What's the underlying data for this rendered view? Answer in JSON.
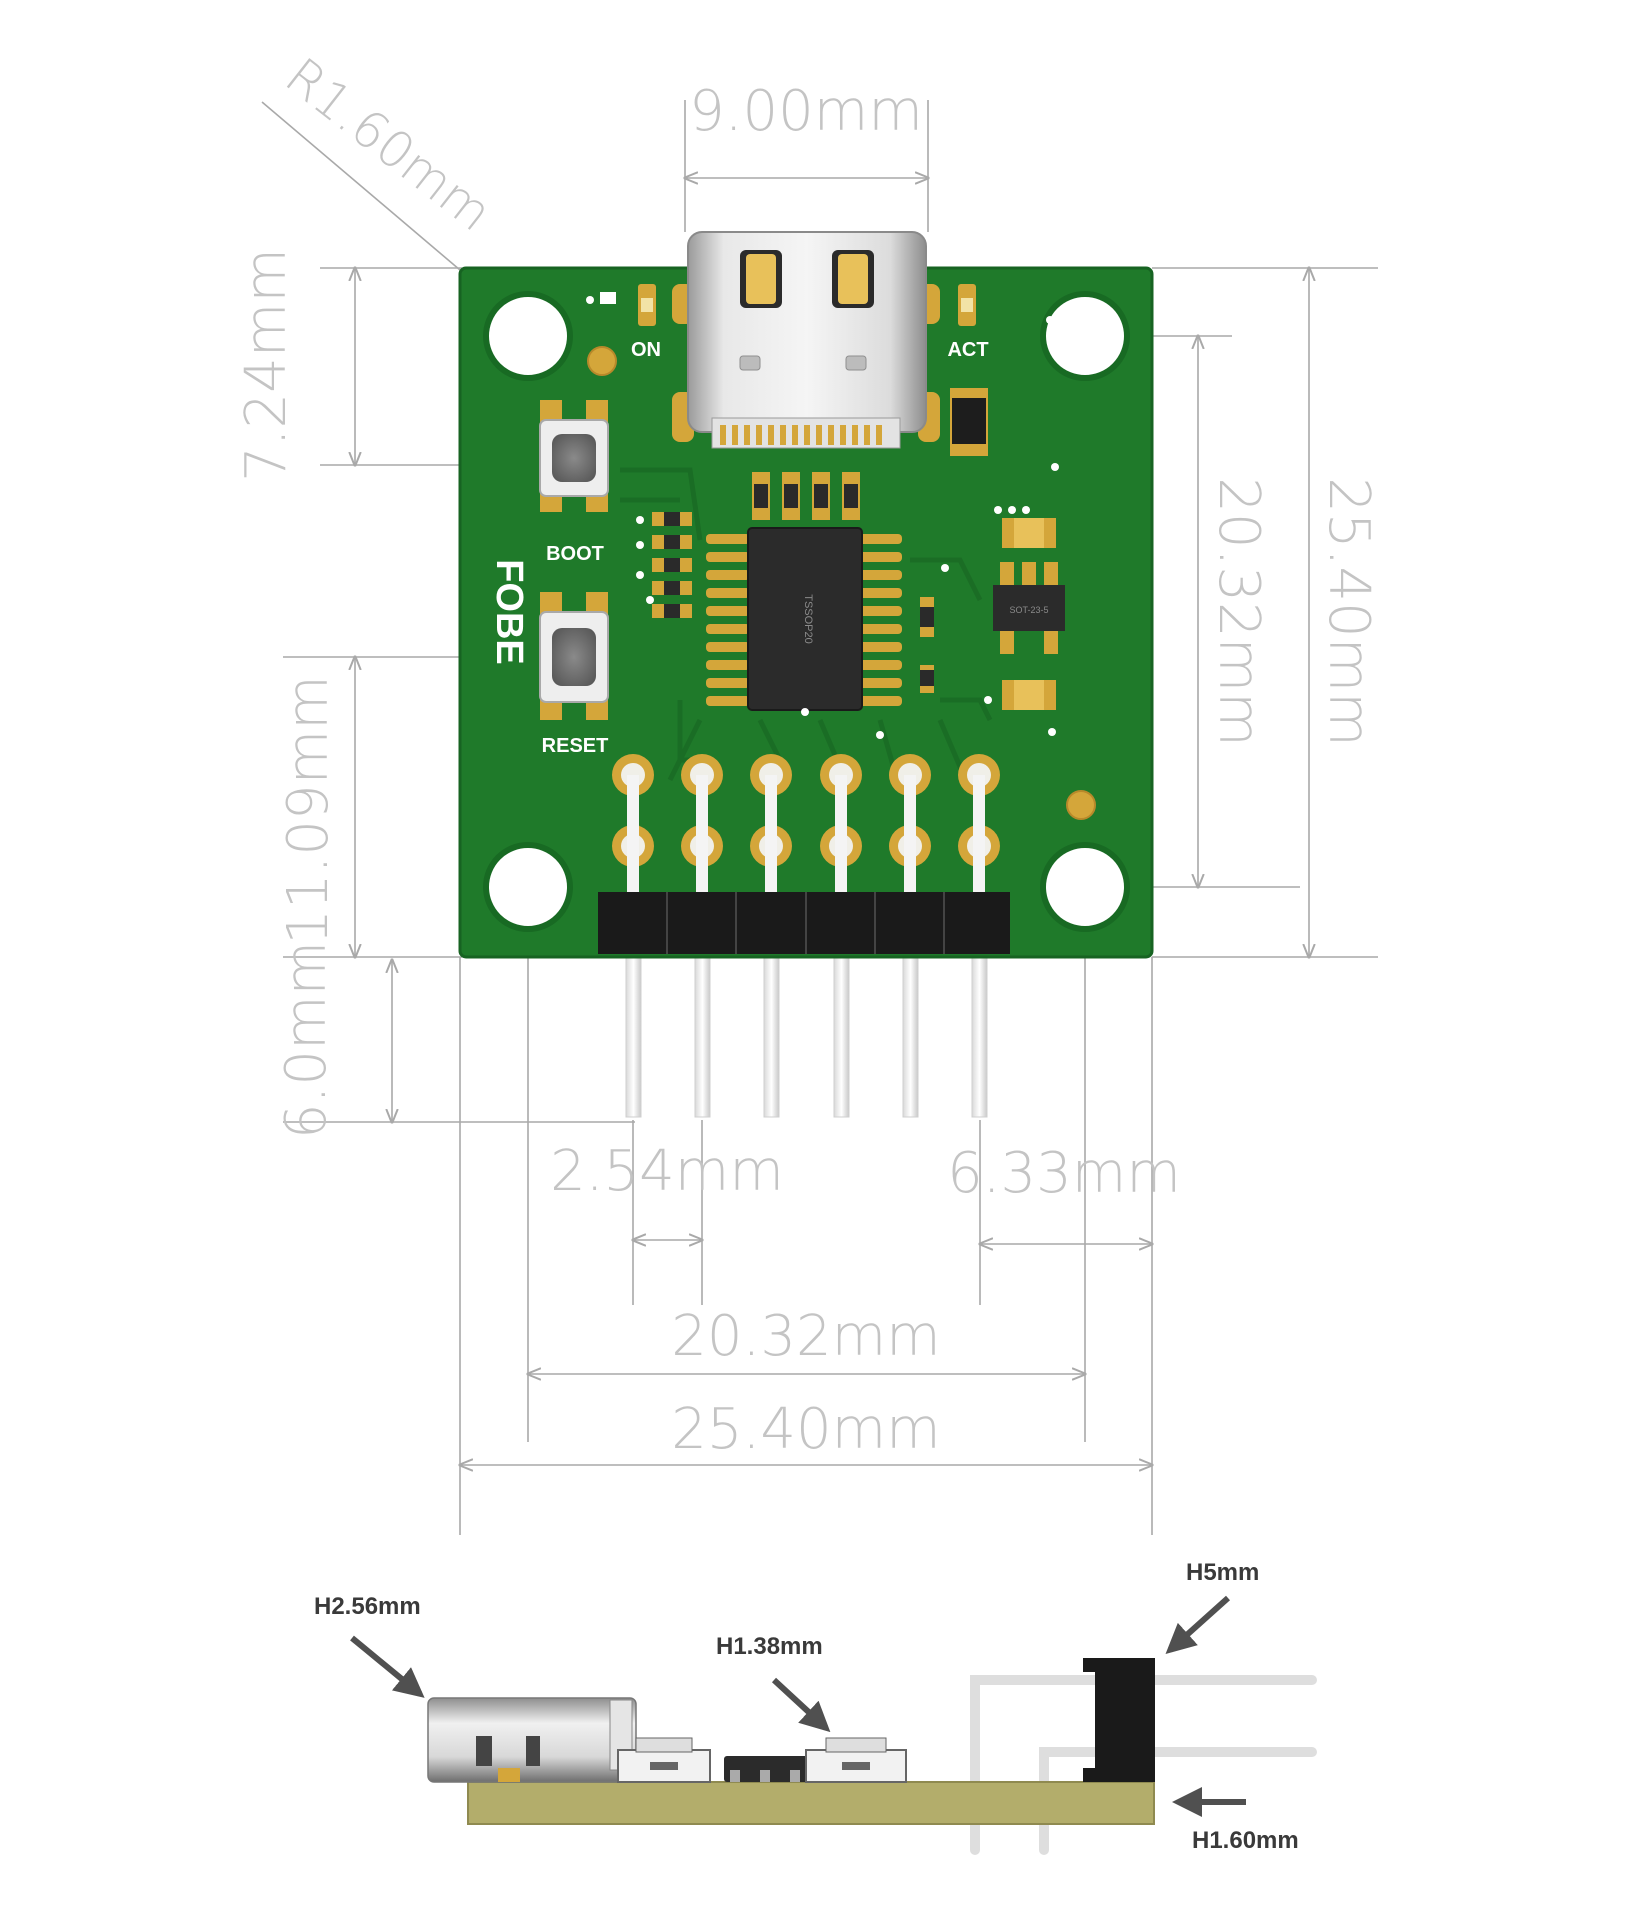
{
  "dimensions": {
    "corner_radius": "R1.60mm",
    "usb_width": "9.00mm",
    "left_top": "7.24mm",
    "right_inner": "20.32mm",
    "right_outer": "25.40mm",
    "left_middle": "11.09mm",
    "pin_length": "6.0mm",
    "pin_pitch": "2.54mm",
    "right_offset": "6.33mm",
    "hole_spacing": "20.32mm",
    "board_width": "25.40mm"
  },
  "board_labels": {
    "on_led": "ON",
    "act_led": "ACT",
    "boot_button": "BOOT",
    "reset_button": "RESET",
    "logo": "FOBE",
    "chip_marking": "TSSOP20",
    "sot_marking": "SOT-23-5"
  },
  "side_view": {
    "usb_height": "H2.56mm",
    "button_height": "H1.38mm",
    "header_height": "H5mm",
    "pcb_thickness": "H1.60mm"
  },
  "colors": {
    "pcb": "#1f7a2a",
    "pcb_edge": "#176322",
    "pad_gold": "#d4a63a",
    "dimension_line": "#a9a9a9",
    "dimension_text": "#c4c4c4",
    "side_pcb": "#b3ad6b"
  }
}
